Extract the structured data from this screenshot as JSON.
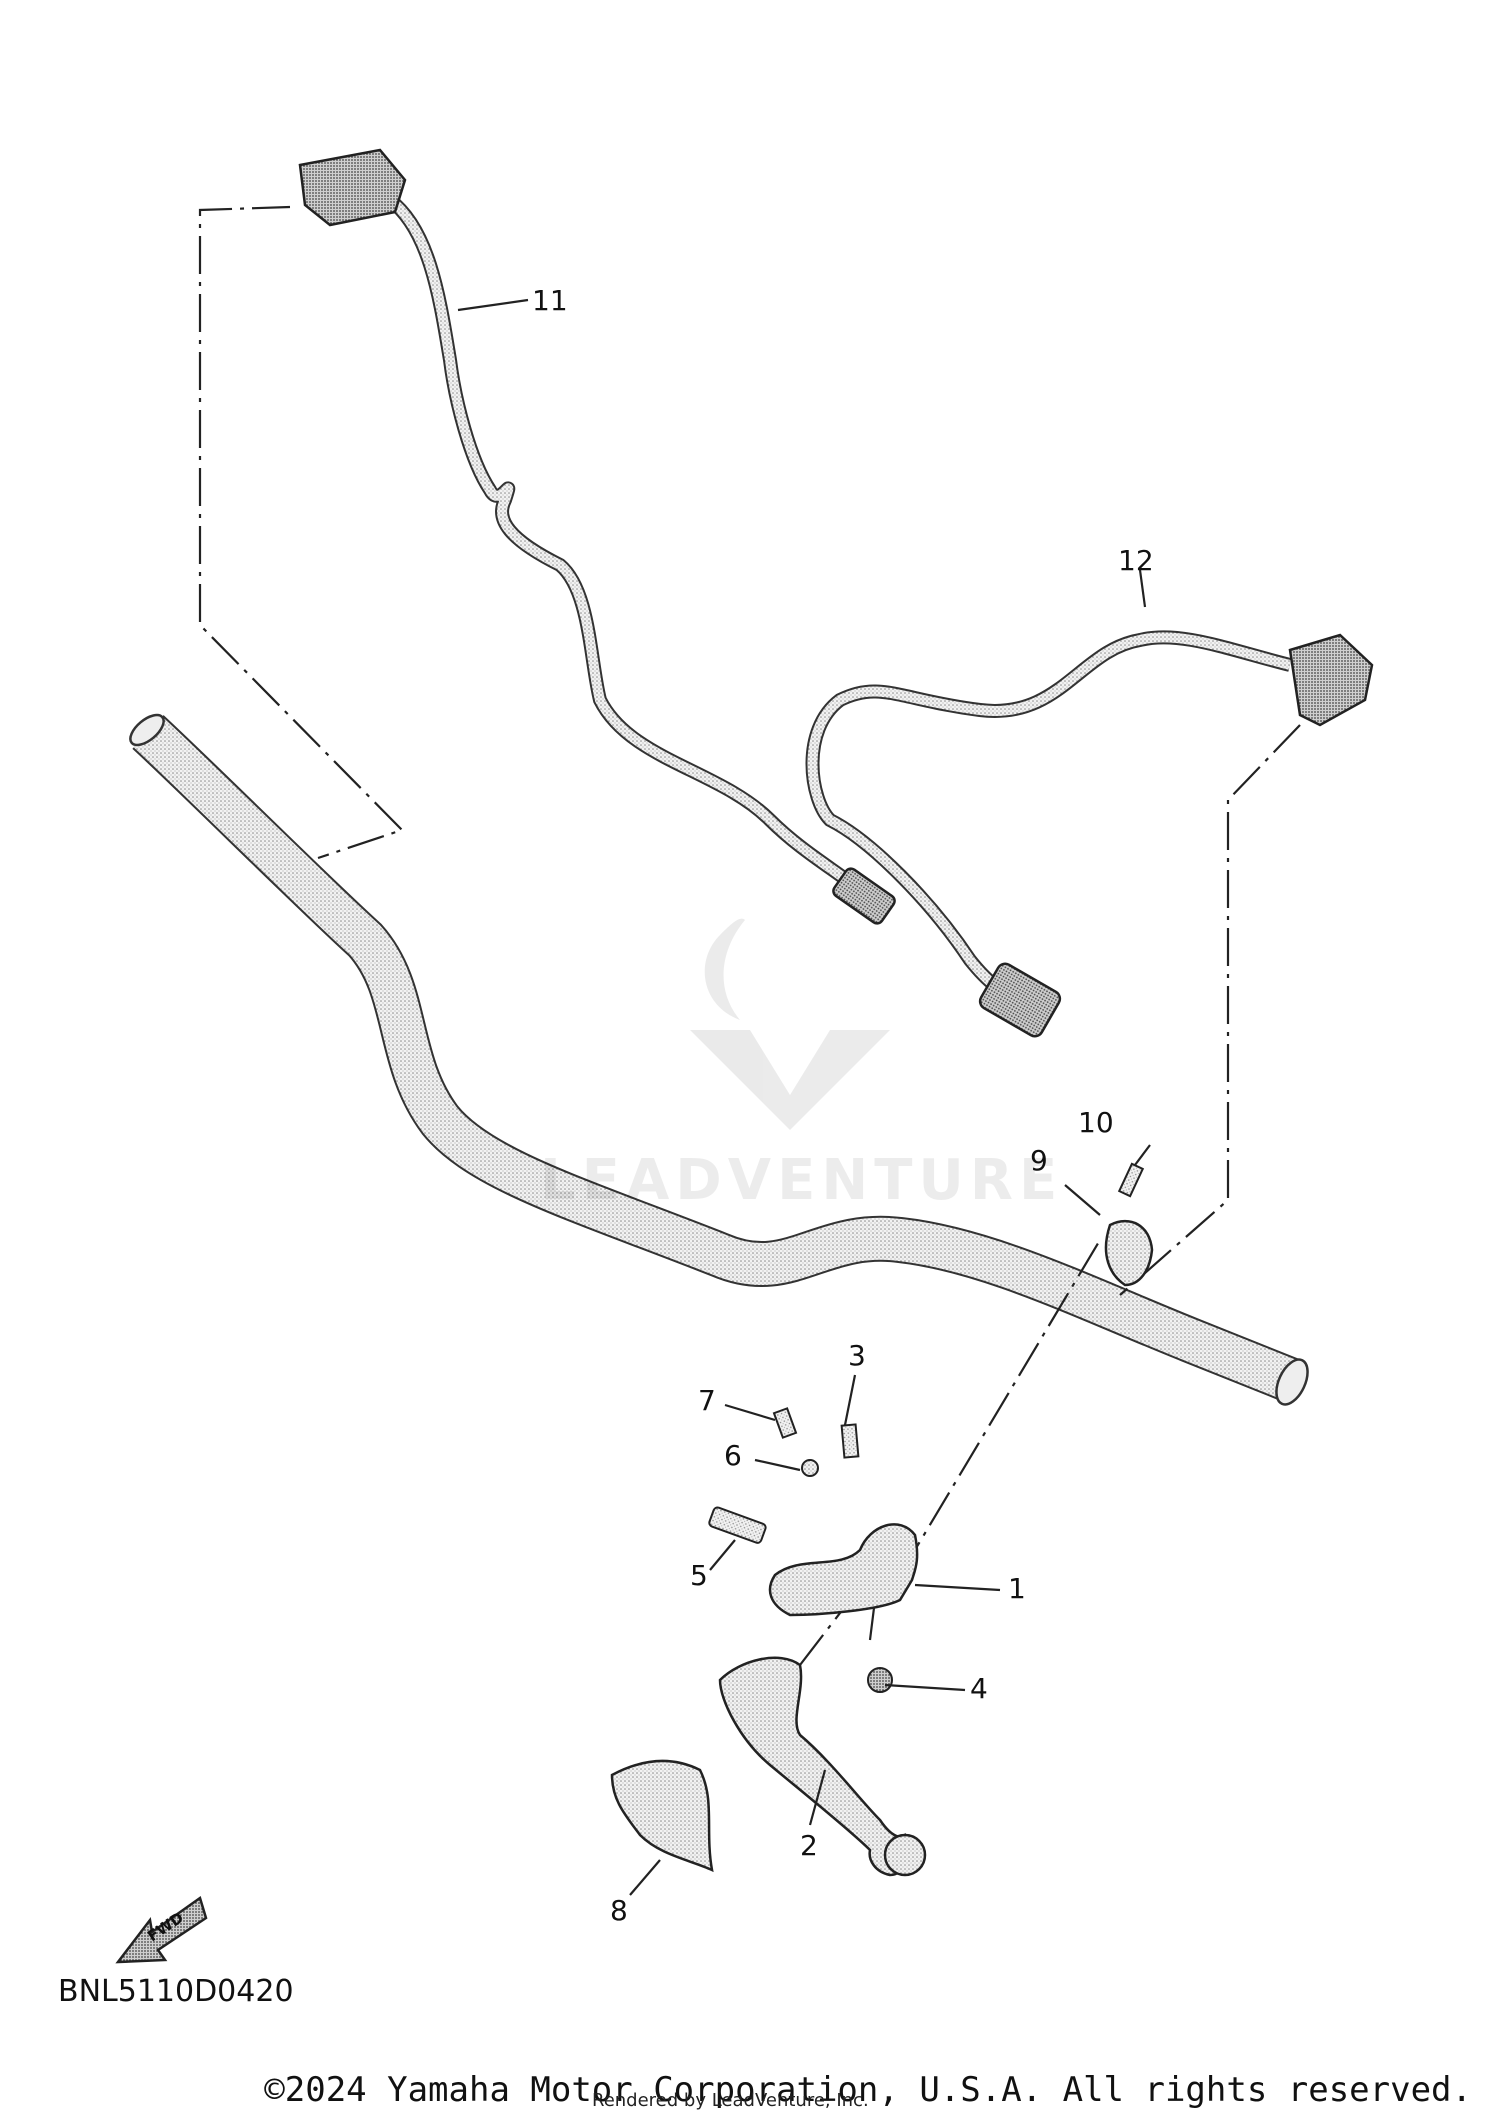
{
  "diagram": {
    "code": "BNL5110D0420",
    "direction_arrow": "FWD",
    "copyright": "©2024 Yamaha Motor Corporation, U.S.A. All rights reserved.",
    "rendered_by": "Rendered by LeadVenture, Inc.",
    "watermark": "LEADVENTURE",
    "callouts": {
      "c1": "1",
      "c2": "2",
      "c3": "3",
      "c4": "4",
      "c5": "5",
      "c6": "6",
      "c7": "7",
      "c8": "8",
      "c9": "9",
      "c10": "10",
      "c11": "11",
      "c12": "12"
    }
  }
}
